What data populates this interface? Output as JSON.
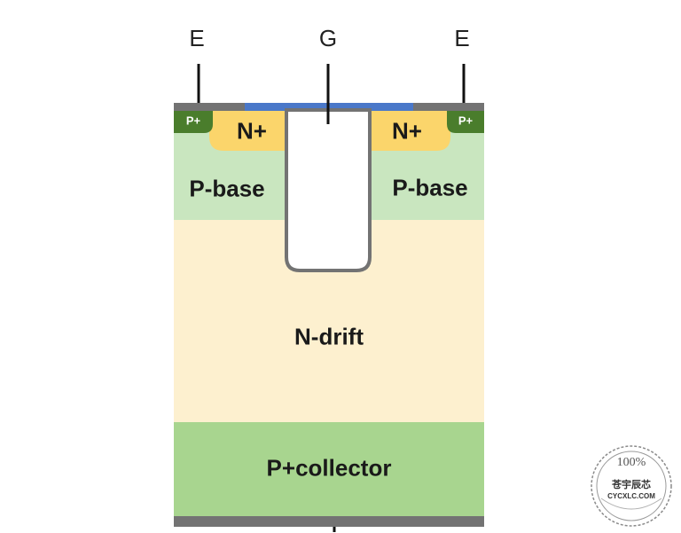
{
  "terminals": {
    "emitter_left": "E",
    "gate": "G",
    "emitter_right": "E"
  },
  "regions": {
    "p_plus_left": "P+",
    "p_plus_right": "P+",
    "n_plus_left": "N+",
    "n_plus_right": "N+",
    "p_base_left": "P-base",
    "p_base_right": "P-base",
    "n_drift": "N-drift",
    "p_collector": "P+collector"
  },
  "colors": {
    "p_base": "#c9e6bf",
    "n_plus": "#fbd56b",
    "p_plus": "#4a7d2c",
    "n_drift": "#fdf0cf",
    "p_collector": "#a8d58f",
    "metal": "#737373",
    "gate_metal": "#4a78c9",
    "trench_fill": "#ffffff"
  },
  "watermark": {
    "percent": "100%",
    "brand": "苍宇辰芯",
    "url": "CYCXLC.COM"
  }
}
